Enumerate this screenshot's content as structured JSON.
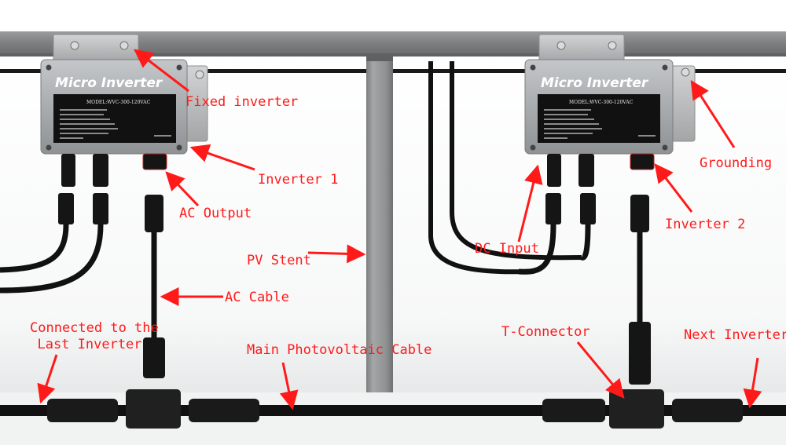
{
  "inverters": [
    {
      "title": "Micro Inverter",
      "model": "MODEL:WVC-300-120VAC"
    },
    {
      "title": "Micro Inverter",
      "model": "MODEL:WVC-300-120VAC"
    }
  ],
  "labels": {
    "fixed_inverter": "Fixed inverter",
    "inverter_1": "Inverter 1",
    "ac_output": "AC Output",
    "pv_stent": "PV Stent",
    "ac_cable": "AC Cable",
    "connected_last_line1": "Connected to the",
    "connected_last_line2": "Last Inverter",
    "main_pv_cable": "Main Photovoltaic Cable",
    "dc_input": "DC Input",
    "inverter_2": "Inverter 2",
    "grounding": "Grounding",
    "t_connector": "T-Connector",
    "next_inverter": "Next Inverter"
  },
  "colors": {
    "annotation_red": "#ff1a1a",
    "frame_gray": "#8a8a8a",
    "inverter_body": "#a9acae",
    "cable_black": "#111111"
  }
}
